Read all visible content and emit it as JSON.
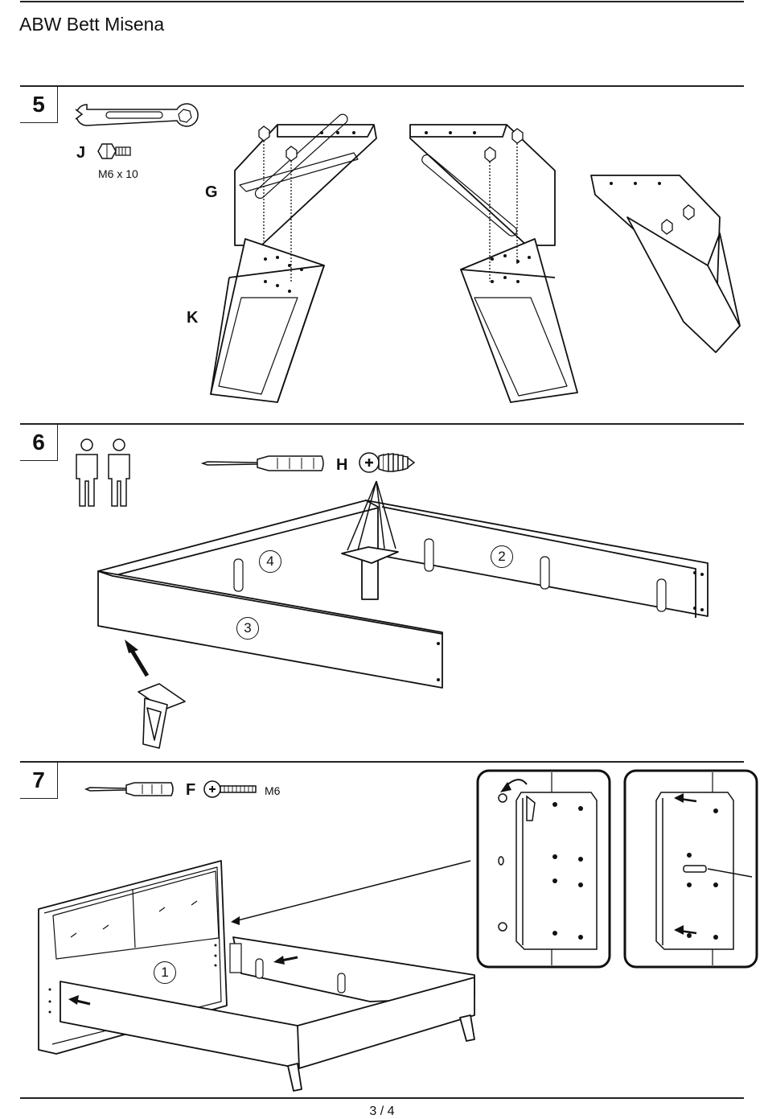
{
  "header": {
    "title": "ABW Bett Misena"
  },
  "steps": [
    {
      "number": "5",
      "part_labels": {
        "j": "J",
        "g": "G",
        "k": "K"
      },
      "screw_spec": "M6 x 10"
    },
    {
      "number": "6",
      "part_labels": {
        "h": "H"
      },
      "frame_numbers": [
        "4",
        "2",
        "3"
      ]
    },
    {
      "number": "7",
      "part_labels": {
        "f": "F"
      },
      "screw_spec": "M6",
      "frame_numbers": [
        "1"
      ]
    }
  ],
  "icons": {
    "step5_tools": [
      "wrench-icon",
      "hex-bolt-icon"
    ],
    "step6_tools": [
      "two-persons-icon",
      "screwdriver-icon",
      "wood-screw-icon"
    ],
    "step7_tools": [
      "screwdriver-icon",
      "machine-screw-icon"
    ]
  },
  "footer": {
    "page_indicator": "3 / 4"
  }
}
